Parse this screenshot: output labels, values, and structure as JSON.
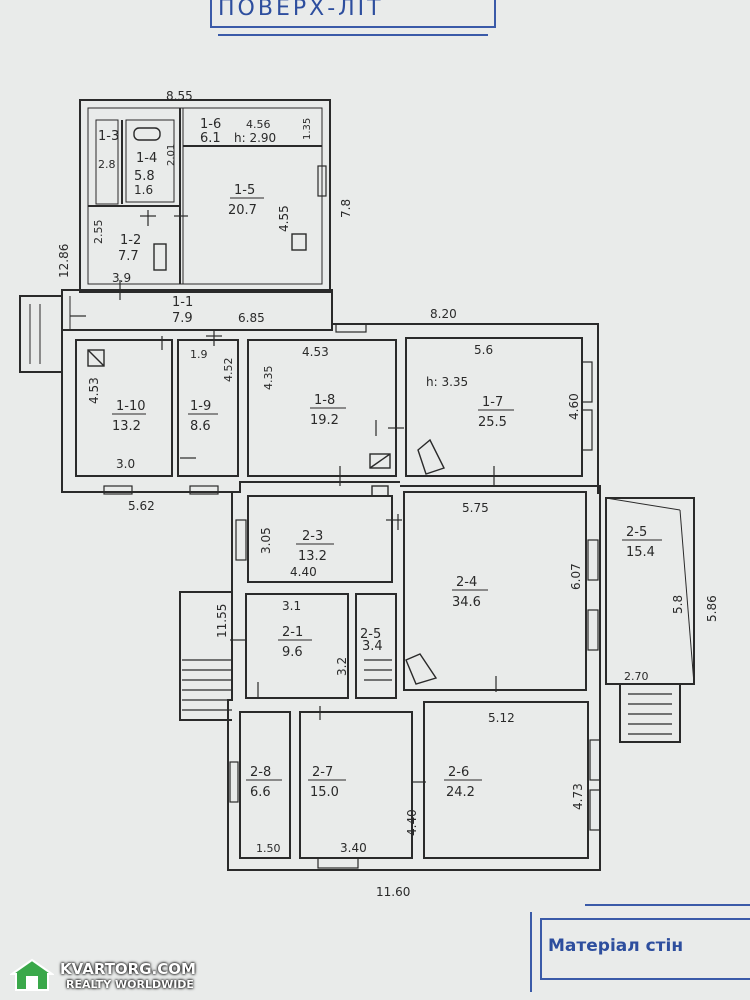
{
  "header_stamp": {
    "text": "ПОВЕРХ-ЛІТ"
  },
  "footer_stamp": {
    "text": "Матеріал стін"
  },
  "watermark": {
    "brand": "KVARTORG.COM",
    "tagline": "REALTY WORLDWIDE",
    "icon": "house-icon",
    "color": "#3aa84a"
  },
  "colors": {
    "ink": "#2a2a2a",
    "stamp": "#3a5aa8",
    "paper": "#e9ebea"
  },
  "rooms": [
    {
      "key": "1-5",
      "id": "1-5",
      "area": "20.7"
    },
    {
      "key": "1-6",
      "id": "1-6",
      "area": "6.1",
      "note": "h: 2.90"
    },
    {
      "key": "1-4",
      "id": "1-4",
      "area": "5.8",
      "note": "1.6"
    },
    {
      "key": "1-3",
      "id": "1-3",
      "area": ""
    },
    {
      "key": "1-2",
      "id": "1-2",
      "area": "7.7"
    },
    {
      "key": "1-1",
      "id": "1-1",
      "area": "7.9"
    },
    {
      "key": "1-10",
      "id": "1-10",
      "area": "13.2"
    },
    {
      "key": "1-9",
      "id": "1-9",
      "area": "8.6"
    },
    {
      "key": "1-8",
      "id": "1-8",
      "area": "19.2"
    },
    {
      "key": "1-7",
      "id": "1-7",
      "area": "25.5",
      "note": "h: 3.35"
    },
    {
      "key": "2-3",
      "id": "2-3",
      "area": "13.2"
    },
    {
      "key": "2-4",
      "id": "2-4",
      "area": "34.6"
    },
    {
      "key": "2-5a",
      "id": "2-5",
      "area": "15.4"
    },
    {
      "key": "2-1",
      "id": "2-1",
      "area": "9.6"
    },
    {
      "key": "2-2",
      "id": "2-5",
      "area": "3.4"
    },
    {
      "key": "2-8",
      "id": "2-8",
      "area": "6.6"
    },
    {
      "key": "2-7",
      "id": "2-7",
      "area": "15.0"
    },
    {
      "key": "2-6",
      "id": "2-6",
      "area": "24.2"
    }
  ],
  "dims": {
    "top_width": "8.55",
    "d_4_56": "4.56",
    "d_1_35": "1.35",
    "d_4_55": "4.55",
    "d_7_8": "7.8",
    "d_2_8": "2.8",
    "d_2_01": "2.01",
    "d_2_55": "2.55",
    "d_3_9": "3.9",
    "d_12_86": "12.86",
    "d_6_85": "6.85",
    "d_8_20": "8.20",
    "d_4_53a": "4.53",
    "d_1_9": "1.9",
    "d_4_52": "4.52",
    "d_4_35": "4.35",
    "d_4_53b": "4.53",
    "d_5_6": "5.6",
    "d_4_60": "4.60",
    "d_3_0": "3.0",
    "d_5_62": "5.62",
    "d_5_75": "5.75",
    "d_3_05": "3.05",
    "d_4_40": "4.40",
    "d_6_07": "6.07",
    "d_5_8": "5.8",
    "d_5_86": "5.86",
    "d_11_55": "11.55",
    "d_3_1": "3.1",
    "d_3_2": "3.2",
    "d_2_70": "2.70",
    "d_5_12": "5.12",
    "d_4_73": "4.73",
    "d_4_40b": "4.40",
    "d_1_50": "1.50",
    "d_3_40": "3.40",
    "bottom_width": "11.60"
  }
}
